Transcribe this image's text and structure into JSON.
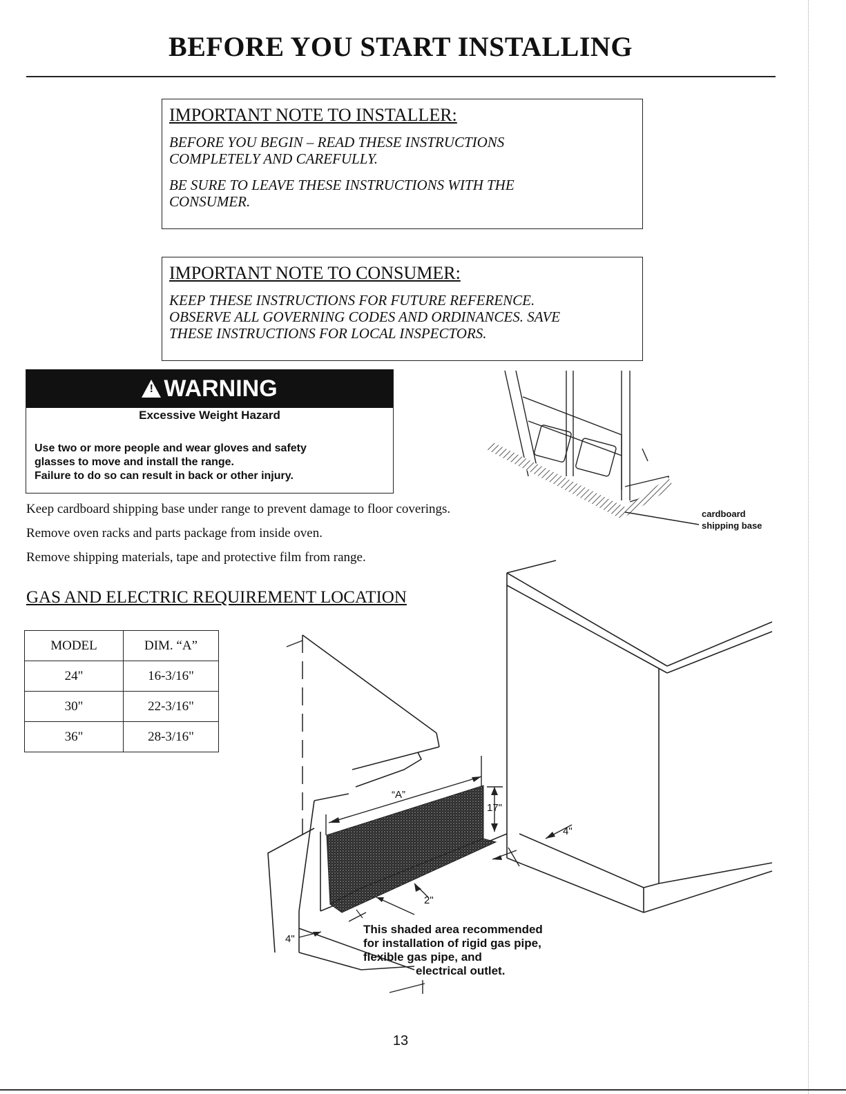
{
  "title": "BEFORE YOU START INSTALLING",
  "note_installer": {
    "heading": "IMPORTANT NOTE TO INSTALLER:",
    "lines": [
      "BEFORE YOU BEGIN – READ THESE INSTRUCTIONS",
      "COMPLETELY AND CAREFULLY.",
      "BE SURE TO LEAVE THESE INSTRUCTIONS WITH THE",
      "CONSUMER."
    ]
  },
  "note_consumer": {
    "heading": "IMPORTANT NOTE TO CONSUMER:",
    "lines": [
      "KEEP THESE INSTRUCTIONS FOR FUTURE REFERENCE.",
      "OBSERVE ALL GOVERNING CODES AND ORDINANCES.  SAVE",
      "THESE INSTRUCTIONS FOR LOCAL INSPECTORS."
    ]
  },
  "warning": {
    "label": "WARNING",
    "subtitle": "Excessive Weight Hazard",
    "lines": [
      "Use two or more people  and wear gloves and safety",
      "glasses to move and install the range.",
      "Failure to do so can result in back or other injury."
    ]
  },
  "body_lines": [
    "Keep cardboard shipping base under range to prevent damage to floor coverings.",
    "Remove oven racks and parts package from inside oven.",
    "Remove shipping materials, tape and protective film from range."
  ],
  "cardboard_caption": [
    "cardboard",
    "shipping base"
  ],
  "section_heading": "GAS AND ELECTRIC REQUIREMENT LOCATION",
  "table": {
    "headers": [
      "MODEL",
      "DIM. “A”"
    ],
    "rows": [
      [
        "24\"",
        "16-3/16\""
      ],
      [
        "30\"",
        "22-3/16\""
      ],
      [
        "36\"",
        "28-3/16\""
      ]
    ]
  },
  "diagram_labels": {
    "dim_a": "“A”",
    "dim_17": "17\"",
    "dim_4_right": "4\"",
    "dim_2": "2\"",
    "dim_4_left": "4\""
  },
  "shaded_caption": [
    "This shaded area recommended",
    "for installation of rigid gas pipe,",
    "flexible gas pipe, and",
    "electrical outlet."
  ],
  "page_number": "13"
}
